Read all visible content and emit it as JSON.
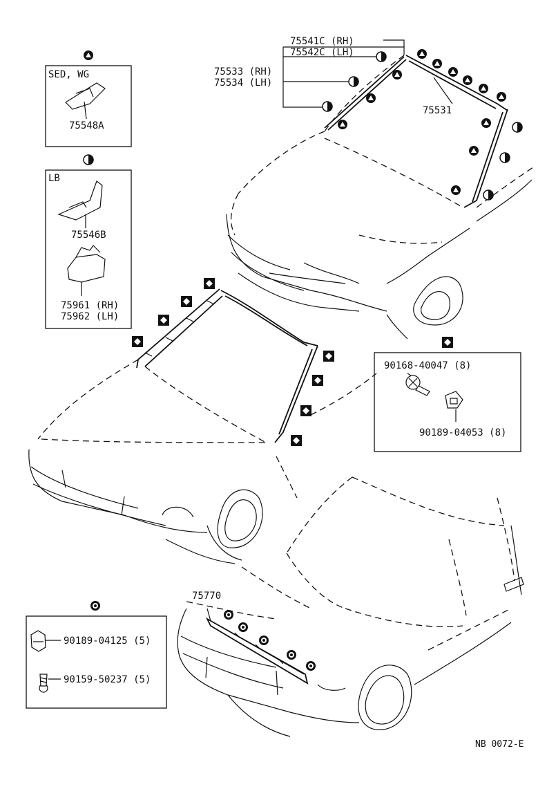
{
  "callouts": {
    "c75541c": "75541C (RH)",
    "c75542c": "75542C (LH)",
    "c75533": "75533 (RH)",
    "c75534": "75534 (LH)",
    "c75531": "75531",
    "c75548a": "75548A",
    "c75546b": "75546B",
    "c75961": "75961 (RH)",
    "c75962": "75962 (LH)",
    "c75770": "75770",
    "c90168": "90168-40047 (8)",
    "c90189a": "90189-04053 (8)",
    "c90189b": "90189-04125 (5)",
    "c90159": "90159-50237 (5)"
  },
  "boxes": {
    "sed_wg": "SED, WG",
    "lb": "LB"
  },
  "footer": {
    "drawing_no": "NB 0072-E"
  },
  "symbols": {
    "triangle": "triangle-in-circle-icon",
    "half": "half-filled-circle-icon",
    "diamond": "diamond-in-square-icon",
    "dot": "dot-in-circle-icon"
  }
}
